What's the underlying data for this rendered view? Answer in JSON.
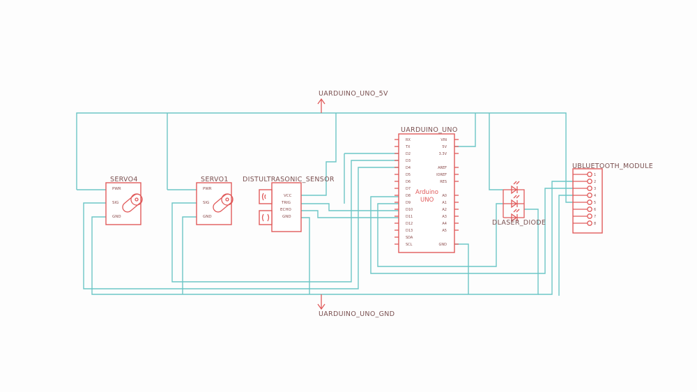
{
  "power": {
    "vcc_label": "UARDUINO_UNO_5V",
    "gnd_label": "UARDUINO_UNO_GND"
  },
  "servo4": {
    "label": "SERVO4",
    "pins": [
      "PWR",
      "SIG",
      "GND"
    ]
  },
  "servo1": {
    "label": "SERVO1",
    "pins": [
      "PWR",
      "SIG",
      "GND"
    ]
  },
  "ultrasonic": {
    "label": "DISTULTRASONIC_SENSOR",
    "pins": [
      "VCC",
      "TRIG",
      "ECHO",
      "GND"
    ]
  },
  "arduino": {
    "label": "UARDUINO_UNO",
    "name_line1": "Arduino",
    "name_line2": "UNO",
    "left_pins": [
      "RX",
      "TX",
      "D2",
      "D3",
      "D4",
      "D5",
      "D6",
      "D7",
      "D8",
      "D9",
      "D10",
      "D11",
      "D12",
      "D13",
      "SDA",
      "SCL"
    ],
    "right_pins": [
      "VIN",
      "5V",
      "3.3V",
      "AREF",
      "IOREF",
      "RES",
      "A0",
      "A1",
      "A2",
      "A3",
      "A4",
      "A5",
      "GND"
    ]
  },
  "laser": {
    "label": "DLASER_DIODE"
  },
  "bluetooth": {
    "label": "UBLUETOOTH_MODULE",
    "pins": [
      "1",
      "2",
      "3",
      "4",
      "5",
      "6",
      "7",
      "8"
    ]
  }
}
